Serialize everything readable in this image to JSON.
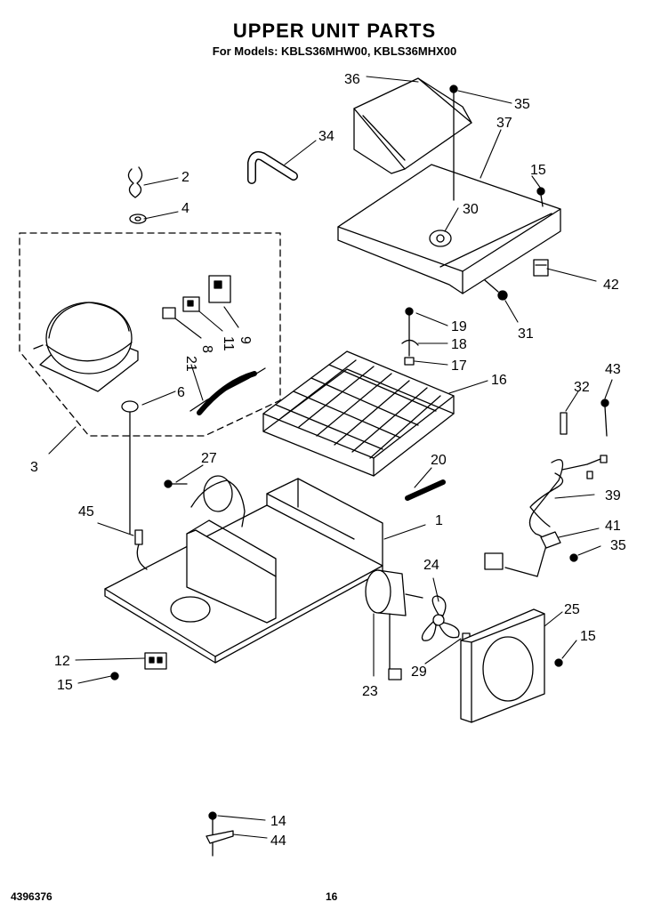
{
  "header": {
    "title": "UPPER UNIT PARTS",
    "subtitle": "For Models: KBLS36MHW00, KBLS36MHX00"
  },
  "footer": {
    "doc_number": "4396376",
    "page_number": "16"
  },
  "callouts": [
    {
      "id": "c36",
      "label": "36"
    },
    {
      "id": "c35a",
      "label": "35"
    },
    {
      "id": "c37",
      "label": "37"
    },
    {
      "id": "c34",
      "label": "34"
    },
    {
      "id": "c2",
      "label": "2"
    },
    {
      "id": "c15a",
      "label": "15"
    },
    {
      "id": "c4",
      "label": "4"
    },
    {
      "id": "c30",
      "label": "30"
    },
    {
      "id": "c42",
      "label": "42"
    },
    {
      "id": "c31",
      "label": "31"
    },
    {
      "id": "c9",
      "label": "9"
    },
    {
      "id": "c11",
      "label": "11"
    },
    {
      "id": "c8",
      "label": "8"
    },
    {
      "id": "c19",
      "label": "19"
    },
    {
      "id": "c18",
      "label": "18"
    },
    {
      "id": "c17",
      "label": "17"
    },
    {
      "id": "c16",
      "label": "16"
    },
    {
      "id": "c21",
      "label": "21"
    },
    {
      "id": "c6",
      "label": "6"
    },
    {
      "id": "c43",
      "label": "43"
    },
    {
      "id": "c32",
      "label": "32"
    },
    {
      "id": "c3",
      "label": "3"
    },
    {
      "id": "c27",
      "label": "27"
    },
    {
      "id": "c20",
      "label": "20"
    },
    {
      "id": "c39",
      "label": "39"
    },
    {
      "id": "c45",
      "label": "45"
    },
    {
      "id": "c1",
      "label": "1"
    },
    {
      "id": "c41",
      "label": "41"
    },
    {
      "id": "c35b",
      "label": "35"
    },
    {
      "id": "c24",
      "label": "24"
    },
    {
      "id": "c25",
      "label": "25"
    },
    {
      "id": "c15b",
      "label": "15"
    },
    {
      "id": "c12",
      "label": "12"
    },
    {
      "id": "c15c",
      "label": "15"
    },
    {
      "id": "c29",
      "label": "29"
    },
    {
      "id": "c23",
      "label": "23"
    },
    {
      "id": "c14",
      "label": "14"
    },
    {
      "id": "c44",
      "label": "44"
    }
  ]
}
